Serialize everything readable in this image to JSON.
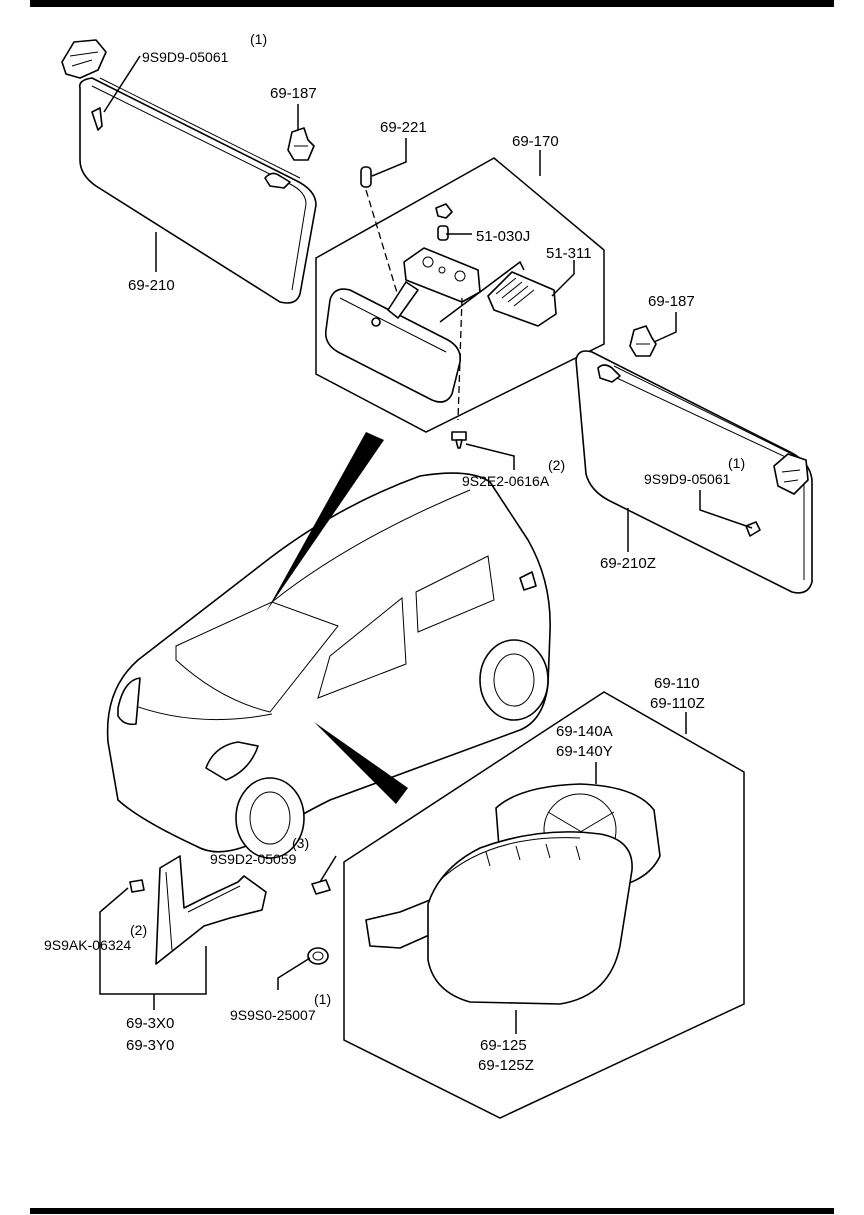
{
  "labels": {
    "screw_top_qty": "(1)",
    "screw_top": "9S9D9-05061",
    "clip_left": "69-187",
    "visor_left": "69-210",
    "pin": "69-221",
    "lamp_group": "69-170",
    "lamp_bulb": "51-030J",
    "lamp_lens": "51-311",
    "screw_lamp_qty": "(2)",
    "screw_lamp": "9S2E2-0616A",
    "clip_right": "69-187",
    "screw_right_qty": "(1)",
    "screw_right": "9S9D9-05061",
    "visor_right": "69-210Z",
    "mirror_assy_1": "69-110",
    "mirror_assy_2": "69-110Z",
    "mirror_glass_1": "69-140A",
    "mirror_glass_2": "69-140Y",
    "screw_mirror_qty": "(3)",
    "screw_mirror": "9S9D2-05059",
    "clip_garnish_qty": "(2)",
    "clip_garnish": "9S9AK-06324",
    "garnish_1": "69-3X0",
    "garnish_2": "69-3Y0",
    "grommet_qty": "(1)",
    "grommet": "9S9S0-25007",
    "mirror_cover_1": "69-125",
    "mirror_cover_2": "69-125Z"
  }
}
